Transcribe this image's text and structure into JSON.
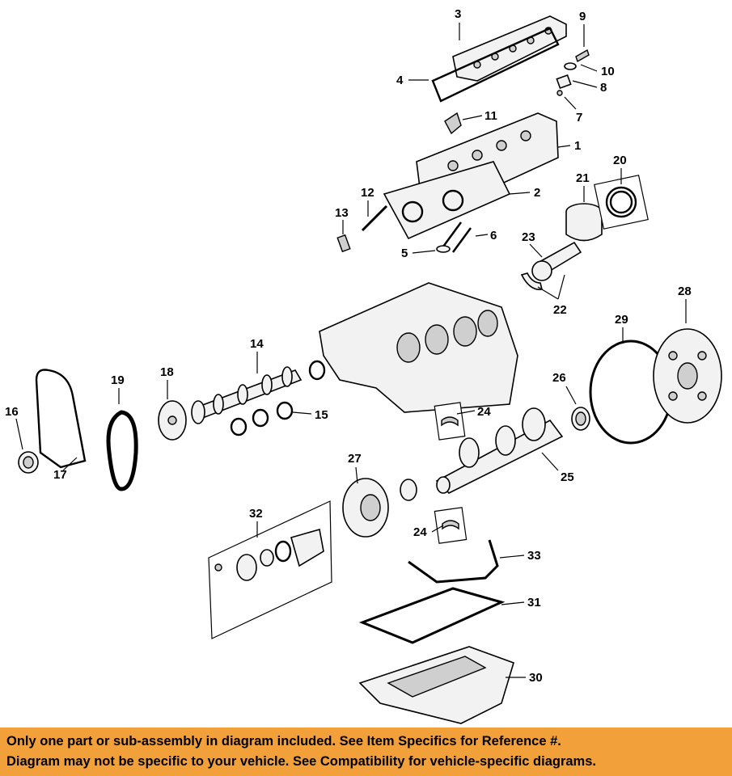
{
  "colors": {
    "footer_background": "#f2a03a",
    "ink": "#000000"
  },
  "callouts": {
    "n1": "1",
    "n2": "2",
    "n3": "3",
    "n4": "4",
    "n5": "5",
    "n6": "6",
    "n7": "7",
    "n8": "8",
    "n9": "9",
    "n10": "10",
    "n11": "11",
    "n12": "12",
    "n13": "13",
    "n14": "14",
    "n15": "15",
    "n16": "16",
    "n17": "17",
    "n18": "18",
    "n19": "19",
    "n20": "20",
    "n21": "21",
    "n22": "22",
    "n23": "23",
    "n24a": "24",
    "n24b": "24",
    "n25": "25",
    "n26": "26",
    "n27": "27",
    "n28": "28",
    "n29": "29",
    "n30": "30",
    "n31": "31",
    "n32": "32",
    "n33": "33"
  },
  "footer": {
    "line1": "Only one part or sub-assembly in diagram included. See Item Specifics for Reference #.",
    "line2": "Diagram may not be specific to your vehicle. See Compatibility for vehicle-specific diagrams."
  }
}
